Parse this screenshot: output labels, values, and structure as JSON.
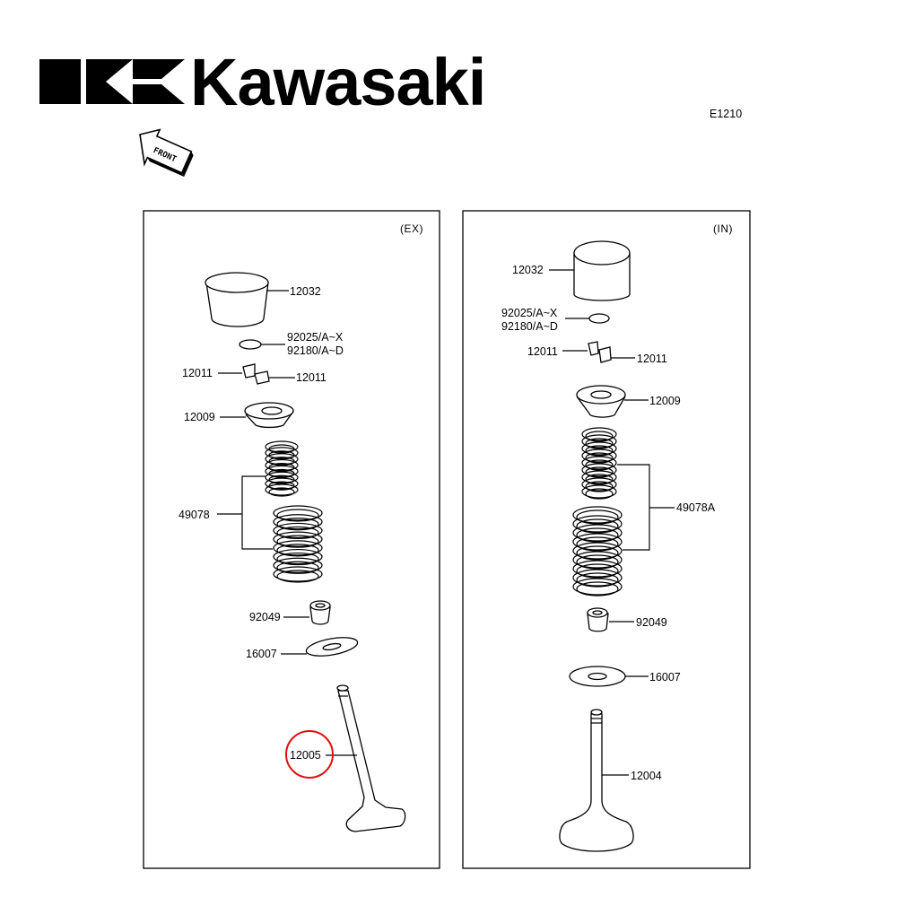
{
  "brand": {
    "name": "Kawasaki"
  },
  "diagram_code": "E1210",
  "front_marker": "FRONT",
  "panels": [
    {
      "title": "(EX)",
      "labels": {
        "tappet": "12032",
        "shim_a": "92025/A~X",
        "shim_b": "92180/A~D",
        "cotter_left": "12011",
        "cotter_right": "12011",
        "retainer": "12009",
        "spring": "49078",
        "seal": "92049",
        "seat": "16007",
        "valve": "12005"
      },
      "highlighted_part": "12005"
    },
    {
      "title": "(IN)",
      "labels": {
        "tappet": "12032",
        "shim_a": "92025/A~X",
        "shim_b": "92180/A~D",
        "cotter_left": "12011",
        "cotter_right": "12011",
        "retainer": "12009",
        "spring": "49078A",
        "seal": "92049",
        "seat": "16007",
        "valve": "12004"
      }
    }
  ],
  "colors": {
    "highlight_ring": "#e01010",
    "line": "#000000",
    "shade": "#d9d9d9"
  }
}
